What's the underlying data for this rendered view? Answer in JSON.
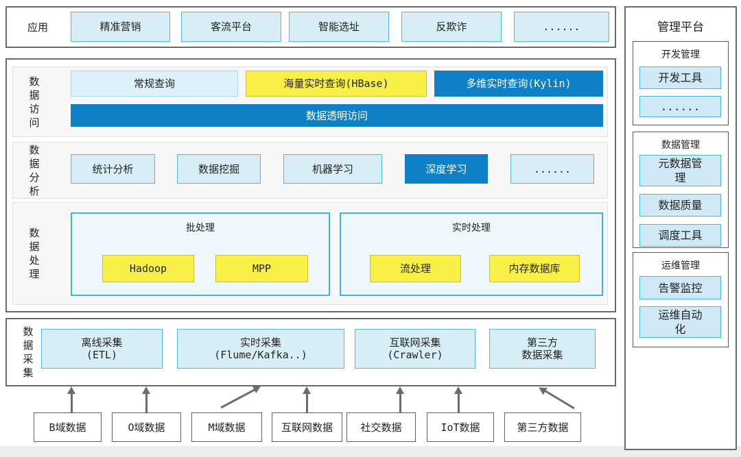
{
  "app_row": {
    "label": "应用",
    "items": [
      "精准营销",
      "客流平台",
      "智能选址",
      "反欺诈",
      "......"
    ]
  },
  "data_access": {
    "label": "数据访问",
    "boxes": [
      "常规查询",
      "海量实时查询(HBase)",
      "多维实时查询(Kylin)"
    ],
    "bar": "数据透明访问"
  },
  "data_analysis": {
    "label": "数据分析",
    "boxes": [
      "统计分析",
      "数据挖掘",
      "机器学习",
      "深度学习",
      "......"
    ]
  },
  "data_processing": {
    "label": "数据处理",
    "groups": [
      {
        "title": "批处理",
        "items": [
          "Hadoop",
          "MPP"
        ]
      },
      {
        "title": "实时处理",
        "items": [
          "流处理",
          "内存数据库"
        ]
      }
    ]
  },
  "data_collection": {
    "label": "数据采集",
    "boxes": [
      {
        "line1": "离线采集",
        "line2": "(ETL)"
      },
      {
        "line1": "实时采集",
        "line2": "(Flume/Kafka..)"
      },
      {
        "line1": "互联网采集",
        "line2": "(Crawler)"
      },
      {
        "line1": "第三方",
        "line2": "数据采集"
      }
    ]
  },
  "data_sources": [
    "B域数据",
    "O域数据",
    "M域数据",
    "互联网数据",
    "社交数据",
    "IoT数据",
    "第三方数据"
  ],
  "management": {
    "title": "管理平台",
    "groups": [
      {
        "title": "开发管理",
        "items": [
          "开发工具",
          "......"
        ]
      },
      {
        "title": "数据管理",
        "items": [
          "元数据管理",
          "数据质量",
          "调度工具"
        ]
      },
      {
        "title": "运维管理",
        "items": [
          "告警监控",
          "运维自动化"
        ]
      }
    ]
  },
  "colors": {
    "accent_blue": "#0e81c6",
    "highlight_yellow": "#f8f046",
    "box_fill_blue": "#d8eef7",
    "box_border_cyan": "#4cbcdf"
  }
}
